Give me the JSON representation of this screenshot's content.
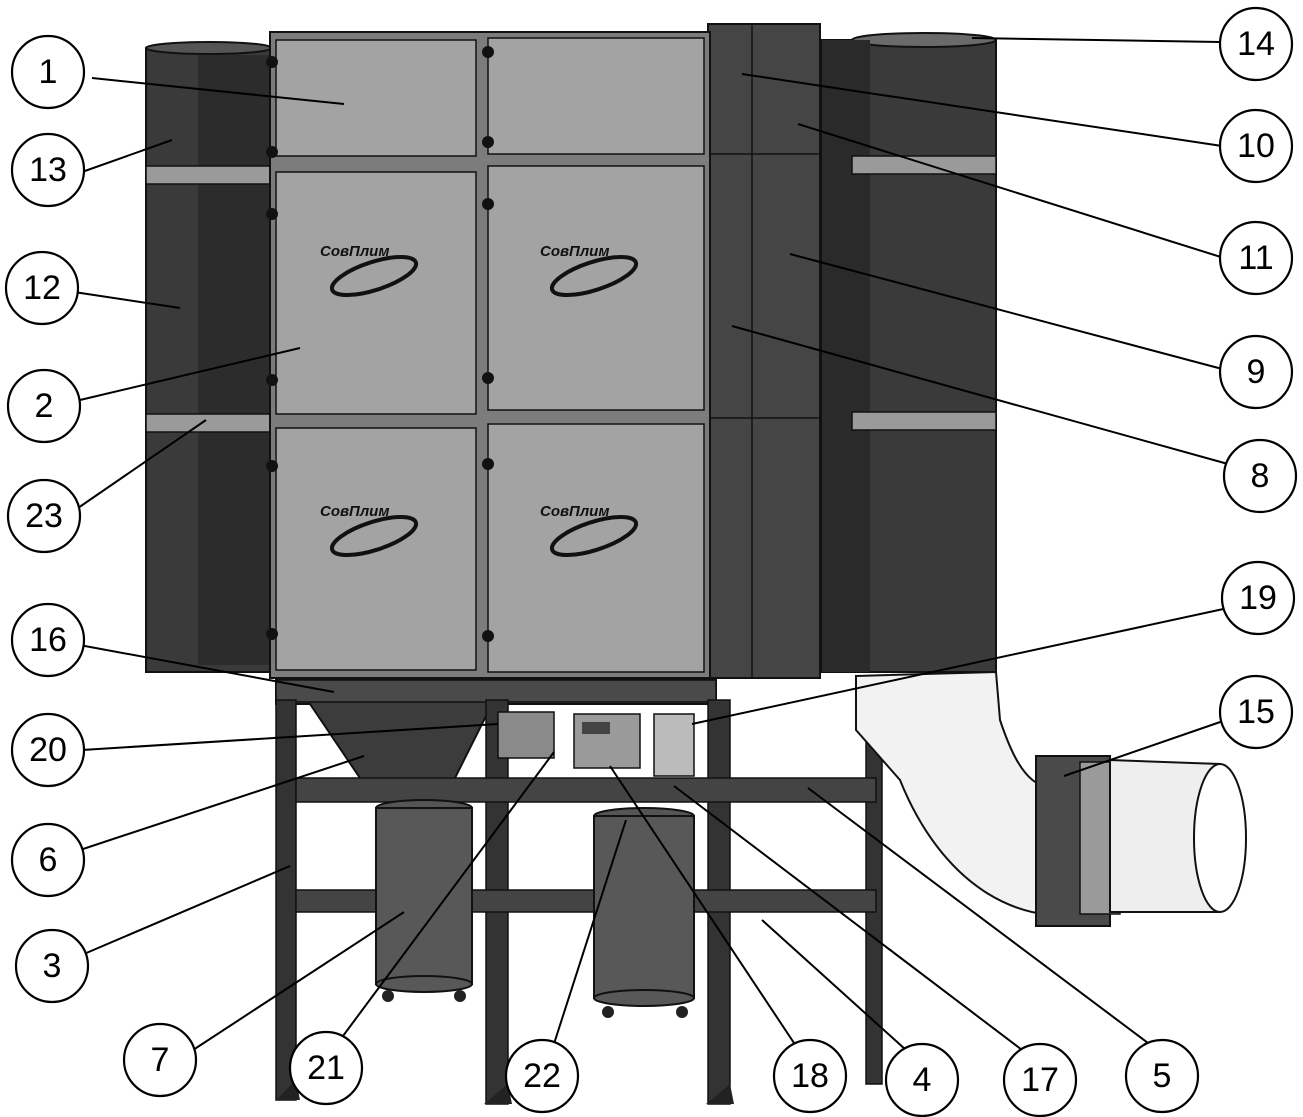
{
  "brand_logo_text": "СовПлим",
  "callouts": [
    "1",
    "2",
    "3",
    "4",
    "5",
    "6",
    "7",
    "8",
    "9",
    "10",
    "11",
    "12",
    "13",
    "14",
    "15",
    "16",
    "17",
    "18",
    "19",
    "20",
    "21",
    "22",
    "23"
  ],
  "colors": {
    "panel": "#9e9e9e",
    "panel_dark": "#707070",
    "cylinder": "#3a3a3a",
    "frame": "#2e2e2e",
    "duct": "#f2f2f2",
    "outline": "#111111"
  }
}
